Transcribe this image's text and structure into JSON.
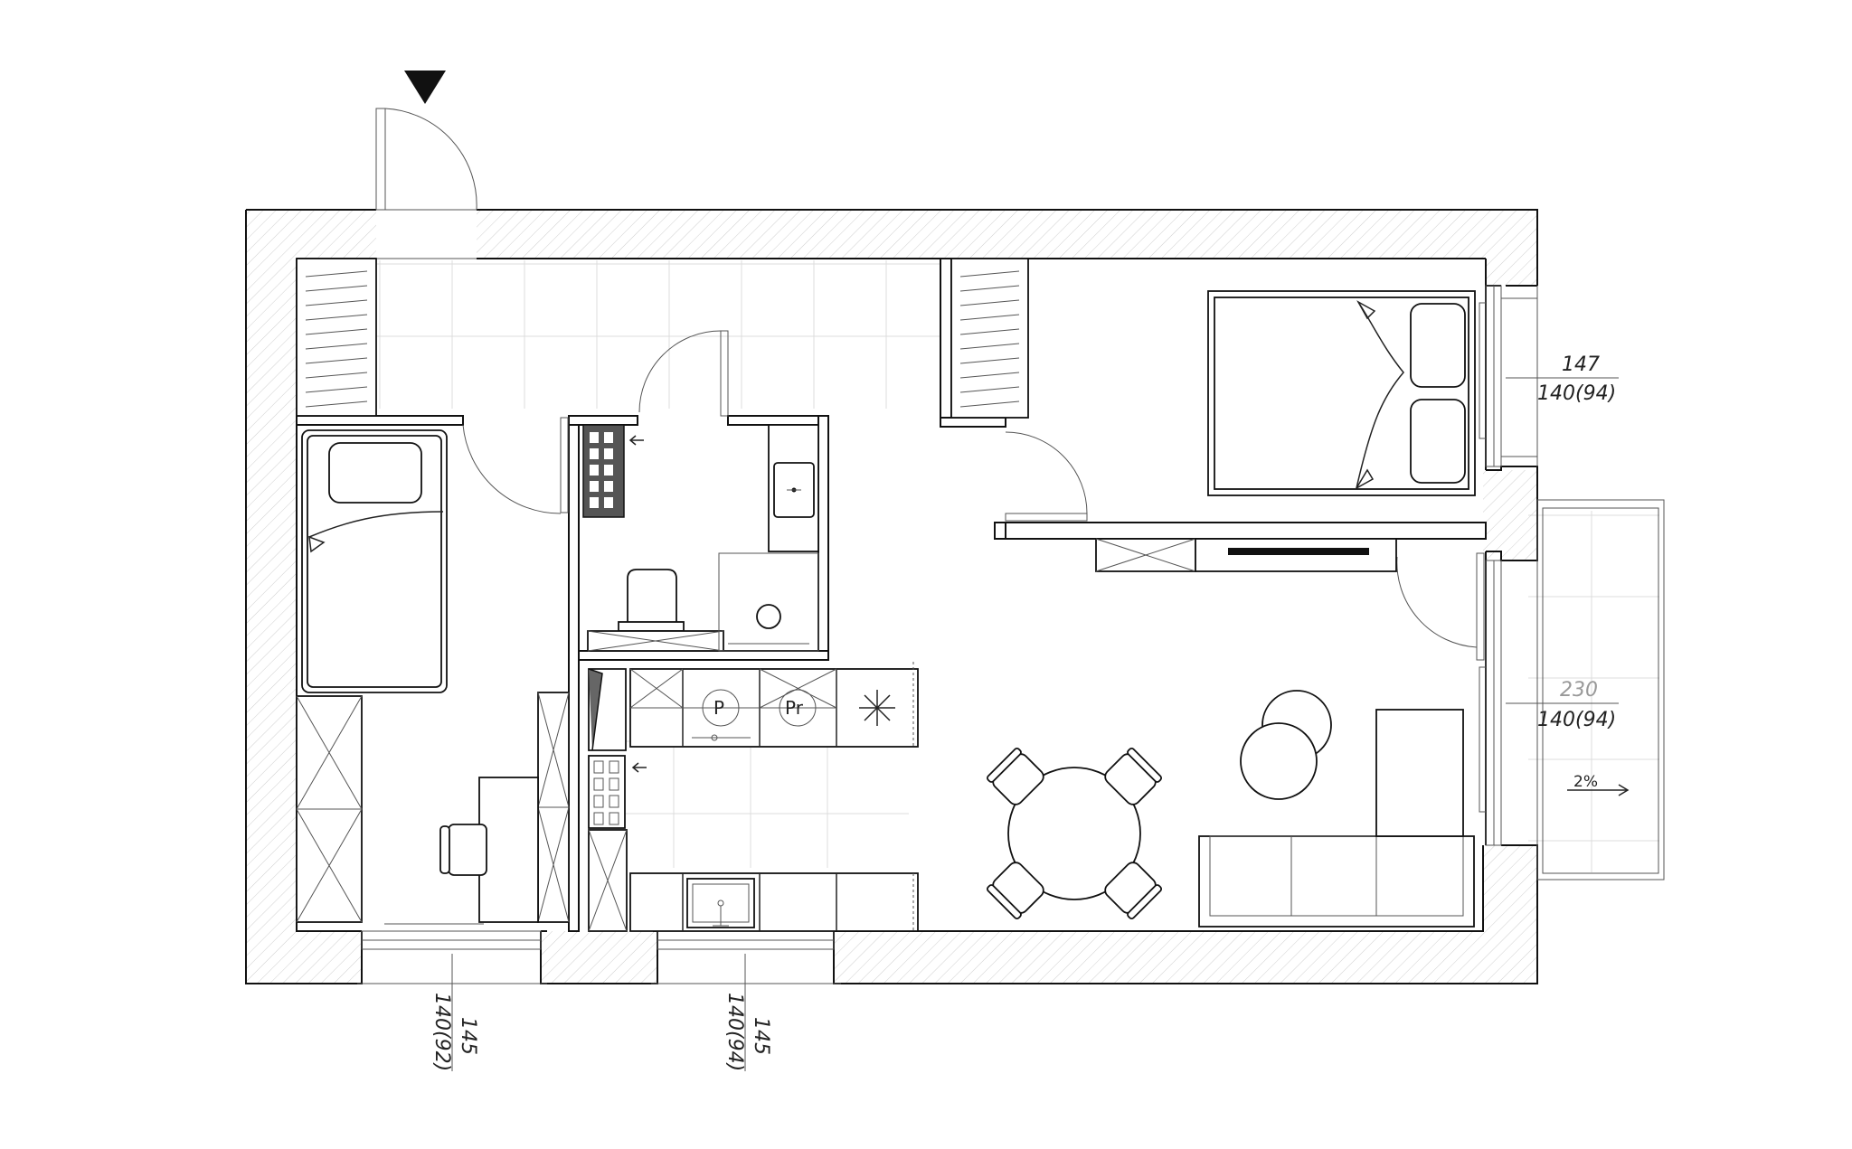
{
  "window_dimensions": {
    "bedroom_window": {
      "top": "147",
      "bottom": "140(94)"
    },
    "balcony_door": {
      "top": "230",
      "bottom": "140(94)"
    },
    "kids_room_window": {
      "top": "145",
      "bottom": "140(92)"
    },
    "kitchen_window": {
      "top": "145",
      "bottom": "140(94)"
    }
  },
  "balcony_slope": "2%",
  "hob_labels": {
    "left": "P",
    "right": "Pr"
  },
  "colors": {
    "wall_line": "#111111",
    "grid": "#dcdcdc",
    "hatch": "#bbbbbb"
  },
  "icons": {
    "entrance": "entrance-arrow-icon",
    "radiator_arrow": "arrow-left-icon"
  }
}
